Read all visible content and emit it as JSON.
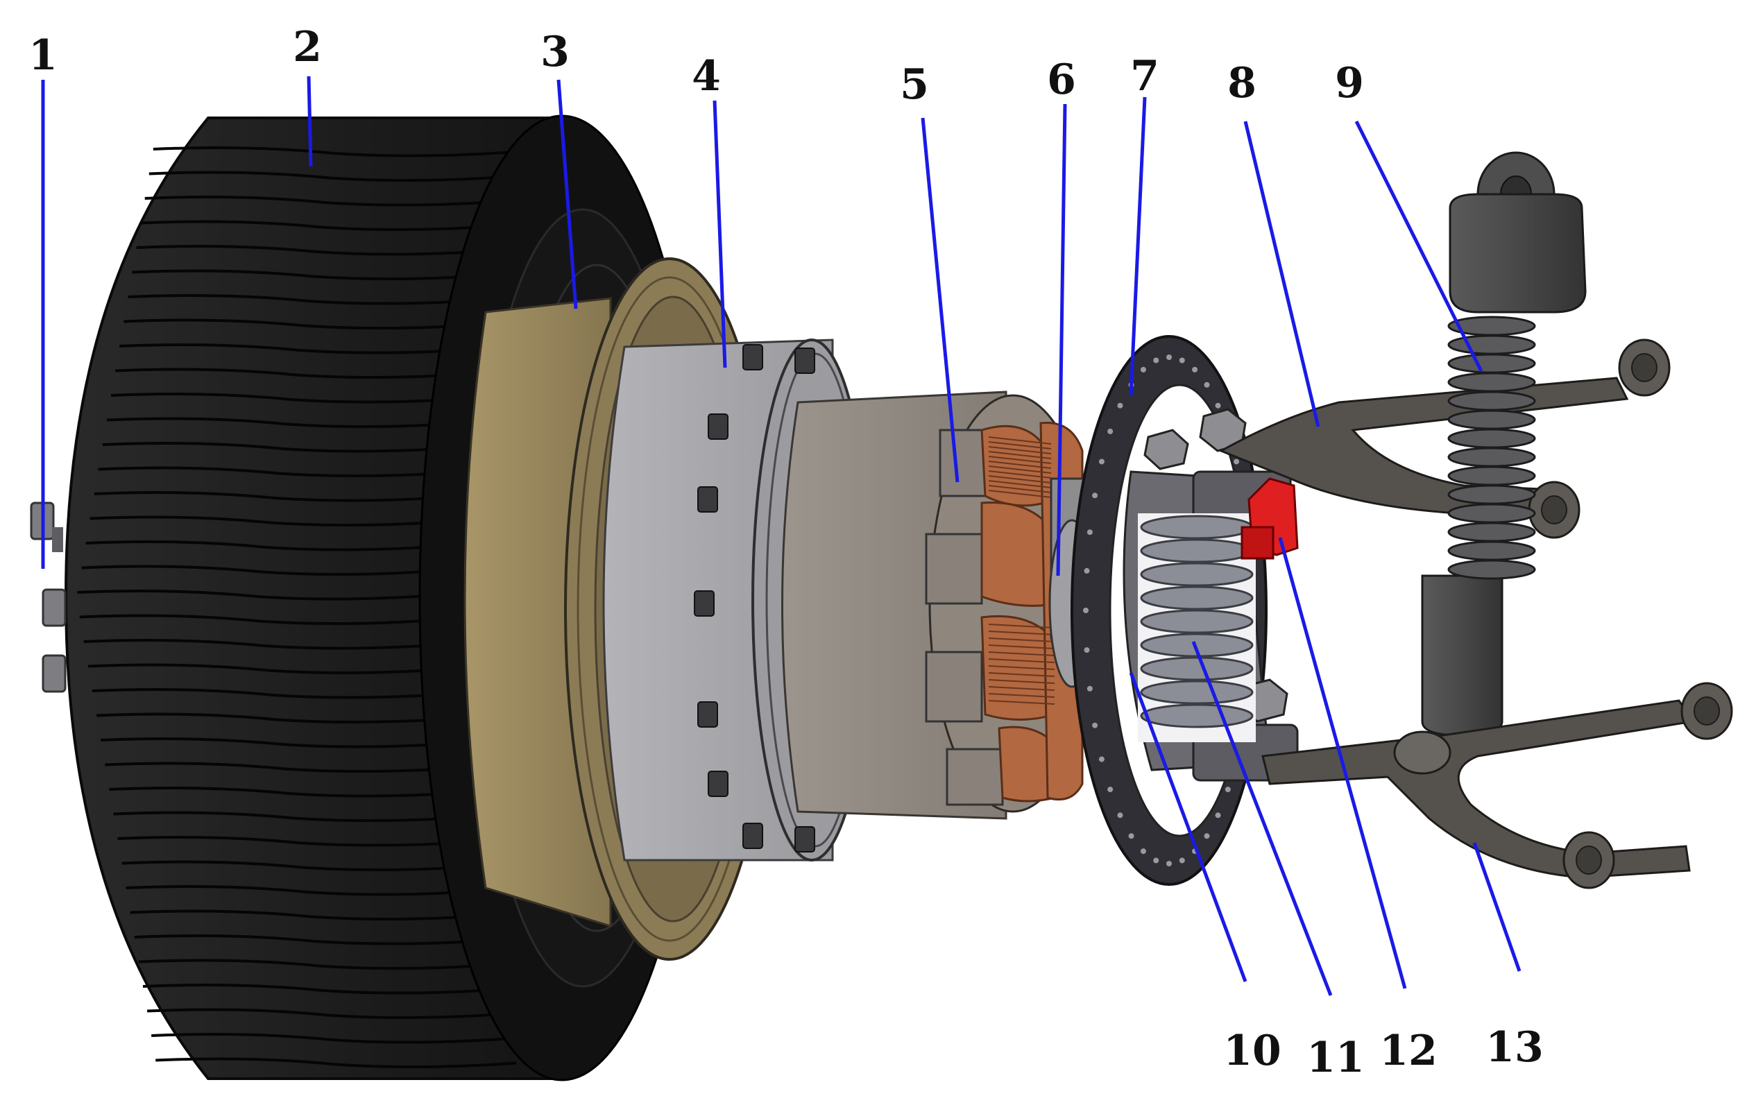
{
  "figure": {
    "description_kind": "exploded-view",
    "colors": {
      "leader": "#1a1ae6",
      "label": "#111111",
      "tire": "#1e1e1e",
      "tire_edge": "#0a0a0a",
      "rim": "#9a8a62",
      "housing": "#a9a9ad",
      "housing_dark": "#8e8a84",
      "stator_core": "#8b847c",
      "copper": "#b46a42",
      "disc": "#3a3a40",
      "spring": "#8a8c96",
      "caliper": "#e02020",
      "arm": "#55524e",
      "shock": "#4a4a4a"
    },
    "labels": [
      {
        "id": "1",
        "text": "1"
      },
      {
        "id": "2",
        "text": "2"
      },
      {
        "id": "3",
        "text": "3"
      },
      {
        "id": "4",
        "text": "4"
      },
      {
        "id": "5",
        "text": "5"
      },
      {
        "id": "6",
        "text": "6"
      },
      {
        "id": "7",
        "text": "7"
      },
      {
        "id": "8",
        "text": "8"
      },
      {
        "id": "9",
        "text": "9"
      },
      {
        "id": "10",
        "text": "10"
      },
      {
        "id": "11",
        "text": "11"
      },
      {
        "id": "12",
        "text": "12"
      },
      {
        "id": "13",
        "text": "13"
      }
    ]
  }
}
